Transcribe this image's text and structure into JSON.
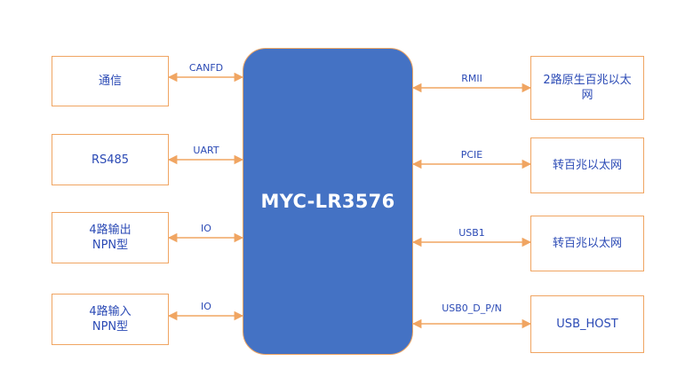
{
  "core": {
    "label": "MYC-LR3576"
  },
  "left": [
    {
      "lines": [
        "通信"
      ],
      "link": "CANFD"
    },
    {
      "lines": [
        "RS485"
      ],
      "link": "UART"
    },
    {
      "lines": [
        "4路输出",
        "NPN型"
      ],
      "link": "IO"
    },
    {
      "lines": [
        "4路输入",
        "NPN型"
      ],
      "link": "IO"
    }
  ],
  "right": [
    {
      "lines": [
        "2路原生百兆以太",
        "网"
      ],
      "link": "RMII"
    },
    {
      "lines": [
        "转百兆以太网"
      ],
      "link": "PCIE"
    },
    {
      "lines": [
        "转百兆以太网"
      ],
      "link": "USB1"
    },
    {
      "lines": [
        "USB_HOST"
      ],
      "link": "USB0_D_P/N"
    }
  ],
  "colors": {
    "core_fill": "#4472C4",
    "box_border": "#F0A562",
    "connector": "#F0A562",
    "text": "#2B4AB5"
  }
}
